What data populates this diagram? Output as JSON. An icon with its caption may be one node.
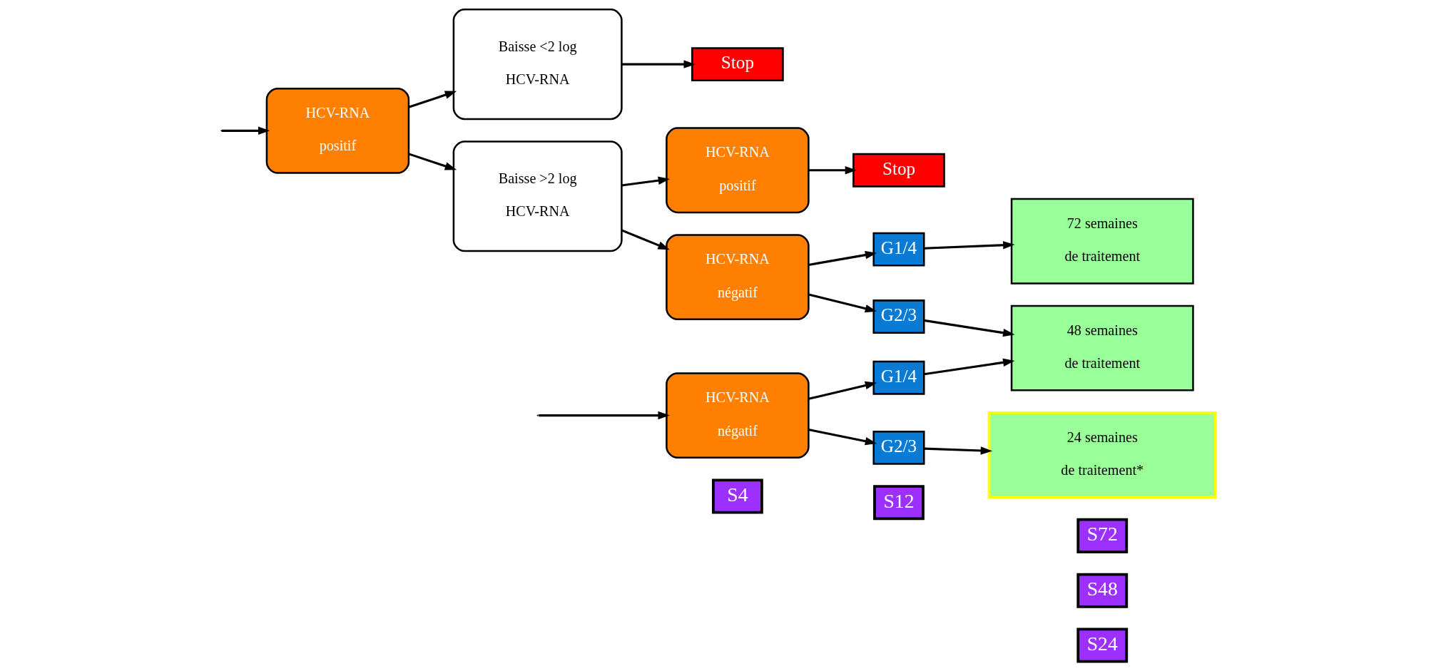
{
  "diagram": {
    "nodes": [
      {
        "text": [
          "S4"
        ]
      },
      {
        "text": [
          "S12"
        ]
      },
      {
        "text": [
          "S24"
        ]
      },
      {
        "text": [
          "S48"
        ]
      },
      {
        "text": [
          "S72"
        ]
      },
      {
        "text": [
          "HCV-RNA",
          "négatif"
        ]
      },
      {
        "text": [
          "G2/3"
        ]
      },
      {
        "text": [
          "G1/4"
        ]
      },
      {
        "text": [
          "24 semaines",
          "de traitement*"
        ]
      },
      {
        "text": [
          "48 semaines",
          "de traitement"
        ]
      },
      {
        "text": [
          "HCV-RNA",
          "positif"
        ]
      },
      {
        "text": [
          "Baisse >2 log",
          "HCV-RNA"
        ]
      },
      {
        "text": [
          "Baisse <2 log",
          "HCV-RNA"
        ]
      },
      {
        "text": [
          "HCV-RNA",
          "négatif"
        ]
      },
      {
        "text": [
          "HCV-RNA",
          "positif"
        ]
      },
      {
        "text": [
          "G2/3"
        ]
      },
      {
        "text": [
          "G1/4"
        ]
      },
      {
        "text": [
          "72 semaines",
          "de traitement"
        ]
      },
      {
        "text": [
          "Stop"
        ]
      },
      {
        "text": [
          "Stop"
        ]
      }
    ],
    "edges": [
      {
        "from": null,
        "to": 5,
        "arrow": "to"
      },
      {
        "from": null,
        "to": 10,
        "arrow": "to"
      },
      {
        "from": 5,
        "to": 6,
        "arrow": "to"
      },
      {
        "from": 5,
        "to": 7,
        "arrow": "to"
      },
      {
        "from": 6,
        "to": 8,
        "arrow": "to"
      },
      {
        "from": 7,
        "to": 9,
        "arrow": "to"
      },
      {
        "from": 10,
        "to": 11,
        "arrow": "to"
      },
      {
        "from": 10,
        "to": 12,
        "arrow": "to"
      },
      {
        "from": 11,
        "to": 13,
        "arrow": "to"
      },
      {
        "from": 11,
        "to": 14,
        "arrow": "to"
      },
      {
        "from": 13,
        "to": 15,
        "arrow": "to"
      },
      {
        "from": 13,
        "to": 16,
        "arrow": "to"
      },
      {
        "from": 15,
        "to": 9,
        "arrow": "to"
      },
      {
        "from": 16,
        "to": 17,
        "arrow": "to"
      },
      {
        "from": 14,
        "to": 18,
        "arrow": "to"
      },
      {
        "from": 12,
        "to": 19,
        "arrow": "to"
      }
    ]
  }
}
